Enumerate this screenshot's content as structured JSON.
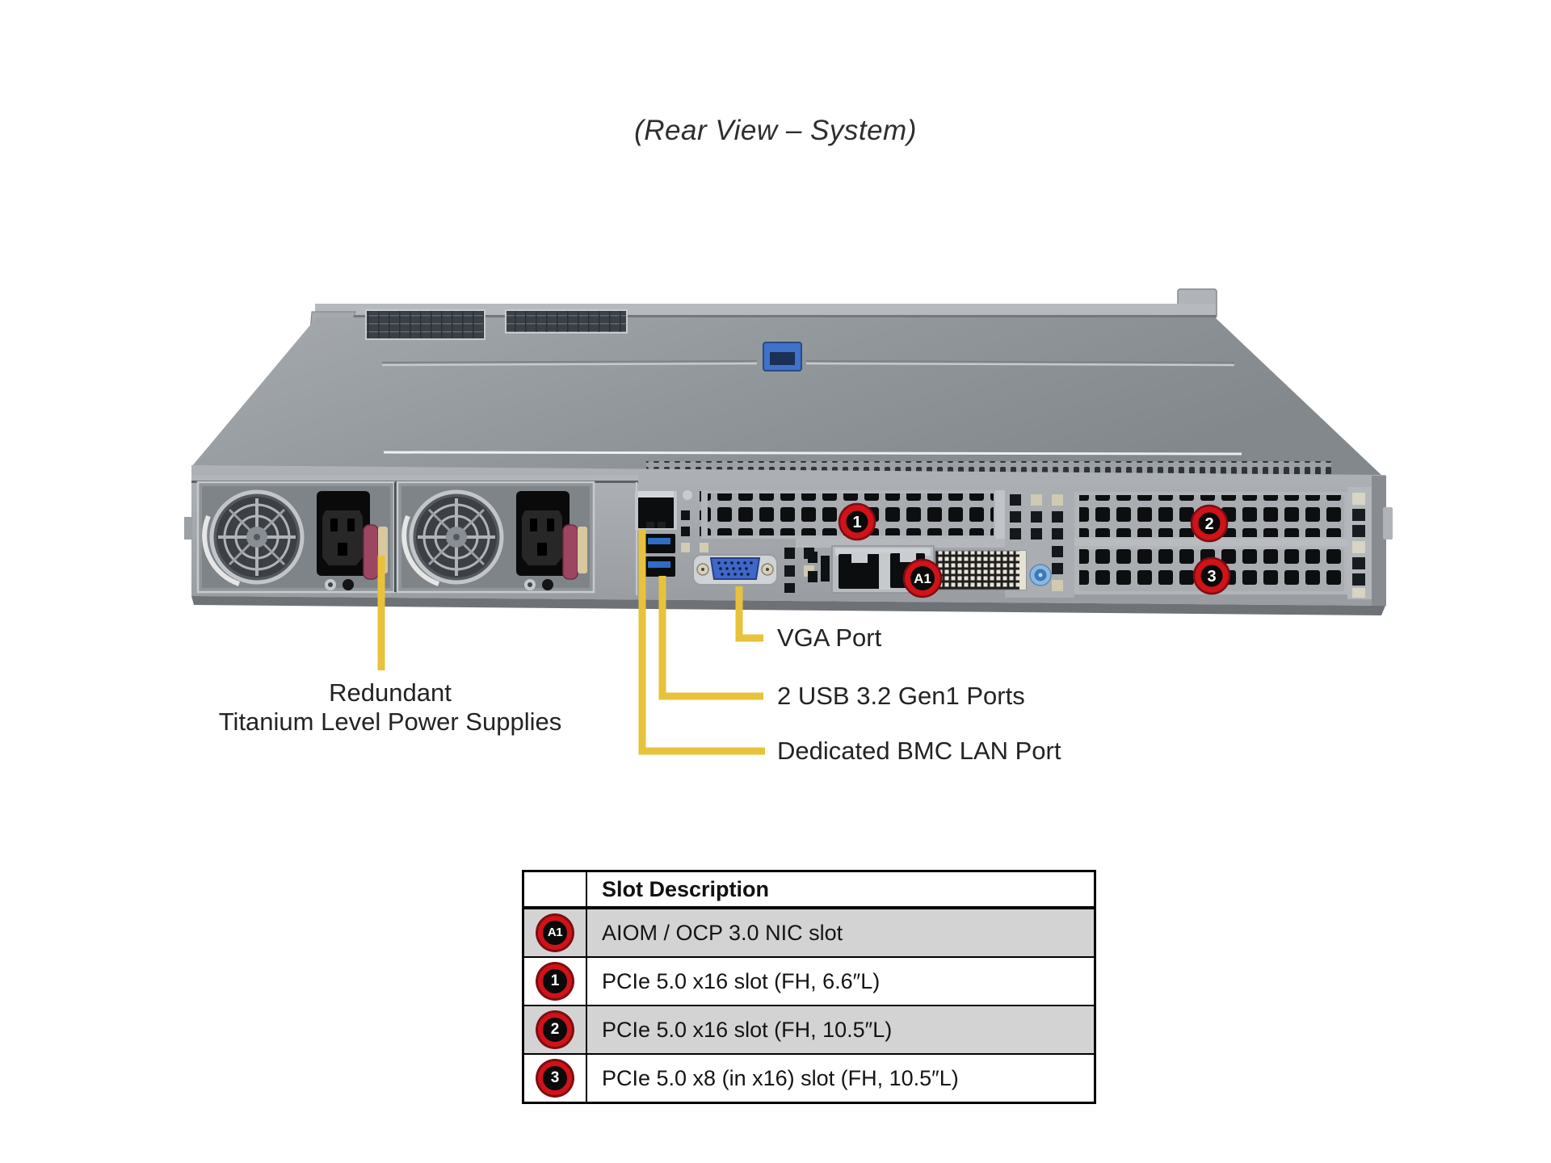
{
  "title": "(Rear View – System)",
  "colors": {
    "callout_yellow": "#e8c23a",
    "badge_red": "#cf1318",
    "badge_red_dark": "#7e0d12",
    "table_shaded_row": "#d3d3d3"
  },
  "server": {
    "badges": {
      "slot1": "1",
      "slot2": "2",
      "slot3": "3",
      "aiom": "A1"
    }
  },
  "callouts": {
    "psu_line1": "Redundant",
    "psu_line2": "Titanium Level Power Supplies",
    "vga": "VGA Port",
    "usb": "2 USB 3.2 Gen1 Ports",
    "bmc": "Dedicated BMC LAN Port"
  },
  "table": {
    "header": "Slot Description",
    "rows": [
      {
        "badge": "A1",
        "description": "AIOM / OCP 3.0 NIC slot",
        "shaded": true
      },
      {
        "badge": "1",
        "description": "PCIe 5.0 x16 slot (FH, 6.6″L)",
        "shaded": false
      },
      {
        "badge": "2",
        "description": "PCIe 5.0 x16 slot (FH, 10.5″L)",
        "shaded": true
      },
      {
        "badge": "3",
        "description": "PCIe 5.0 x8 (in x16) slot (FH, 10.5″L)",
        "shaded": false
      }
    ]
  }
}
